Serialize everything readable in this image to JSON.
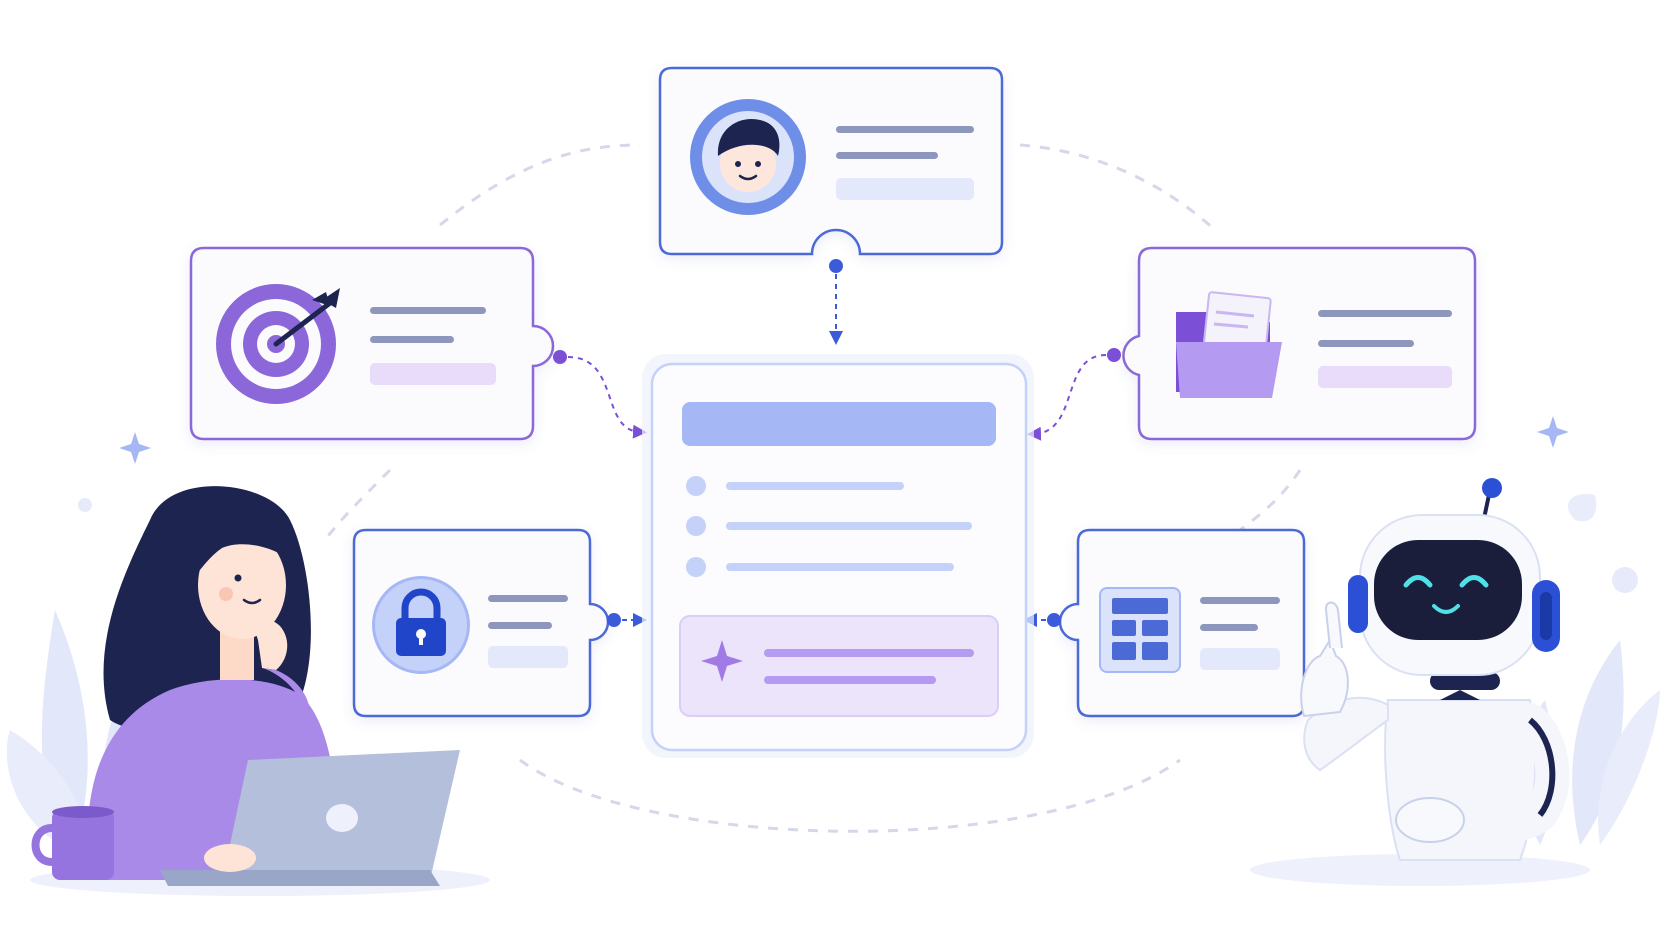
{
  "scene": {
    "background": "#ffffff",
    "colors": {
      "blue_primary": "#3b5bdb",
      "blue_light": "#a5b8f5",
      "blue_pale": "#e3e8fb",
      "purple_primary": "#8b67d9",
      "purple_light": "#c9b6f2",
      "purple_pale": "#ece4fb",
      "line_gray": "#8d97bd",
      "card_fill": "#fbfbfe",
      "dashed_orbit": "#d4d8e8"
    }
  },
  "cards": [
    {
      "id": "profile",
      "icon": "user-avatar-icon",
      "accent": "blue"
    },
    {
      "id": "goal",
      "icon": "target-arrow-icon",
      "accent": "purple"
    },
    {
      "id": "files",
      "icon": "folder-icon",
      "accent": "purple"
    },
    {
      "id": "security",
      "icon": "padlock-icon",
      "accent": "blue"
    },
    {
      "id": "data",
      "icon": "table-grid-icon",
      "accent": "blue"
    }
  ],
  "central_document": {
    "header_bar": true,
    "bullet_items": 3,
    "highlight_block_icon": "sparkle-icon"
  },
  "characters": [
    {
      "id": "person",
      "description_icon": "woman-thinking-at-laptop"
    },
    {
      "id": "robot",
      "description_icon": "friendly-robot-pointing"
    }
  ]
}
